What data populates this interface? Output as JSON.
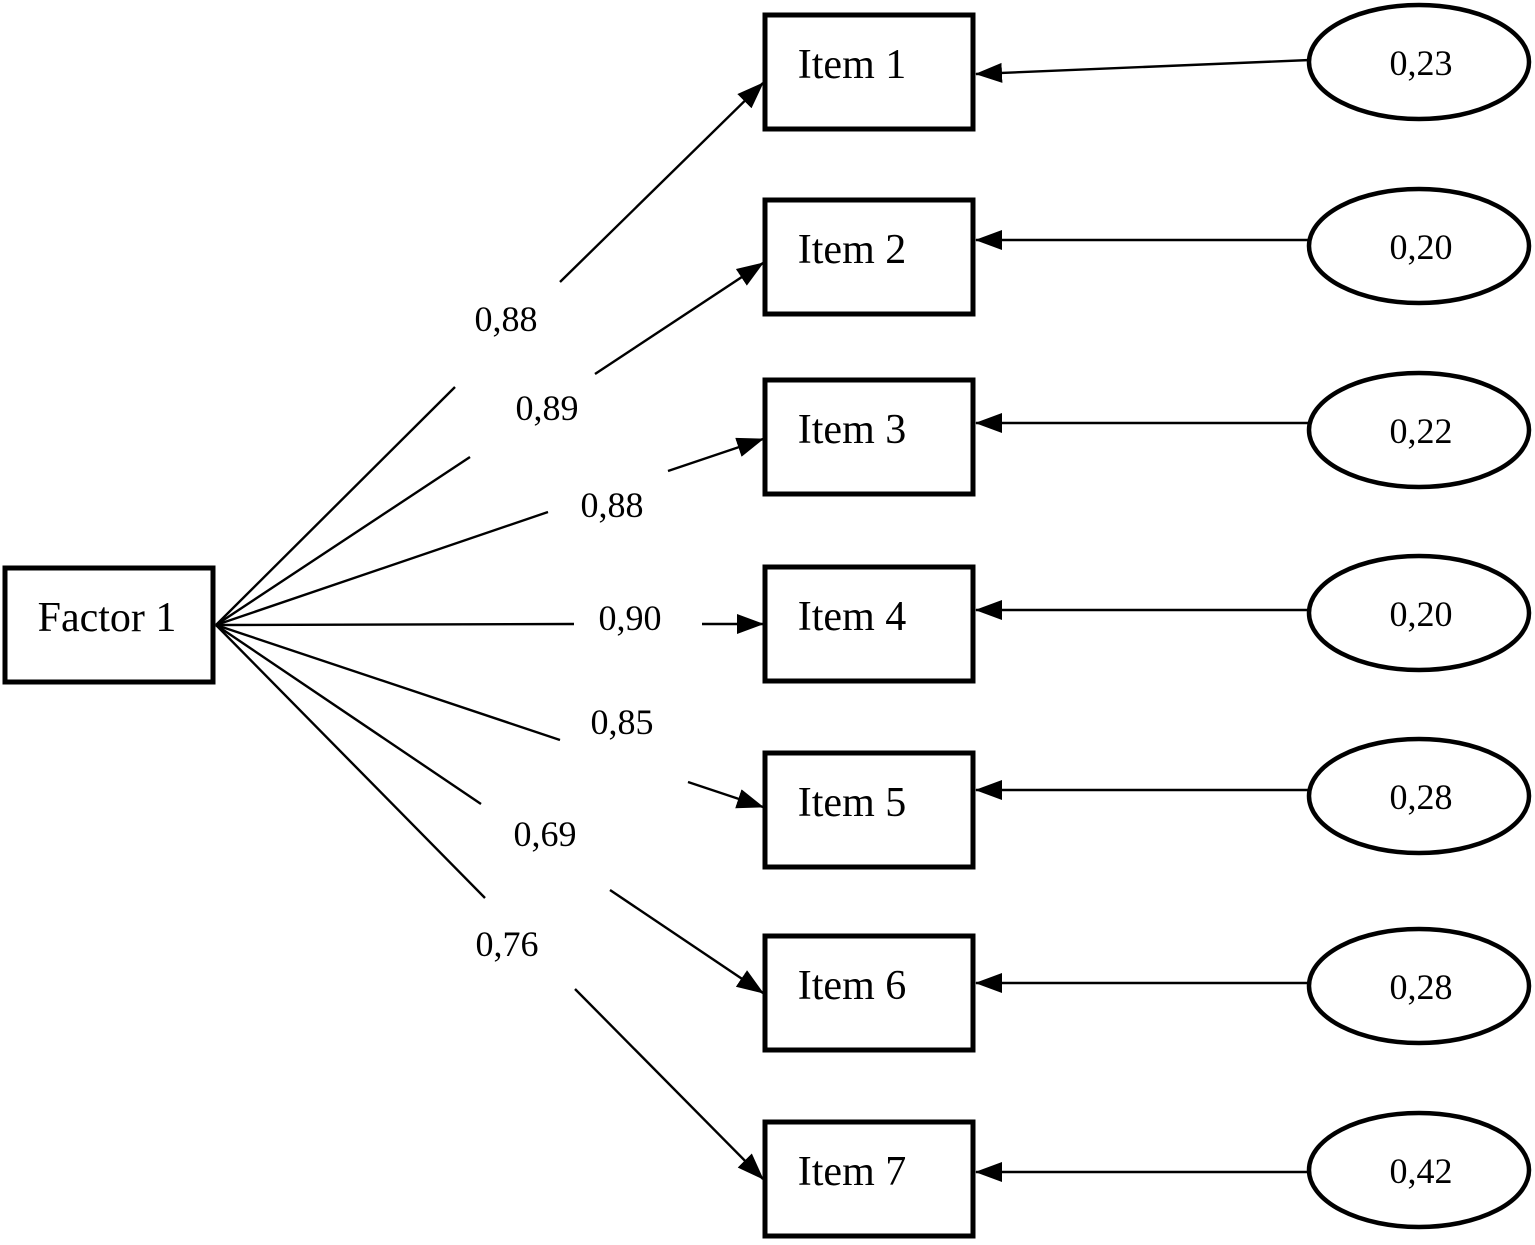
{
  "colors": {
    "ink": "#000000",
    "background": "#ffffff"
  },
  "diagram": {
    "type": "confirmatory-factor-analysis-path-diagram",
    "factor": {
      "label": "Factor 1"
    },
    "items": [
      {
        "label": "Item 1",
        "loading": "0,88",
        "error": "0,23"
      },
      {
        "label": "Item 2",
        "loading": "0,89",
        "error": "0,20"
      },
      {
        "label": "Item 3",
        "loading": "0,88",
        "error": "0,22"
      },
      {
        "label": "Item 4",
        "loading": "0,90",
        "error": "0,20"
      },
      {
        "label": "Item 5",
        "loading": "0,85",
        "error": "0,28"
      },
      {
        "label": "Item 6",
        "loading": "0,69",
        "error": "0,28"
      },
      {
        "label": "Item 7",
        "loading": "0,76",
        "error": "0,42"
      }
    ]
  }
}
